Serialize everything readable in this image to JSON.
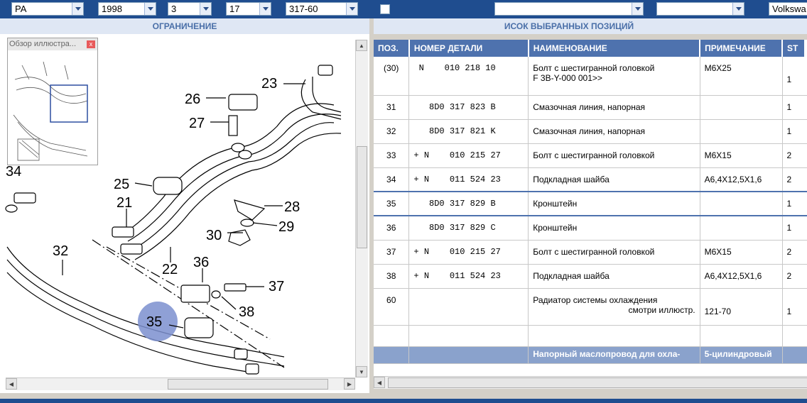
{
  "toolbar": {
    "combo1": "PA",
    "combo2": "1998",
    "combo3": "3",
    "combo4": "17",
    "combo5": "317-60",
    "combo6": "",
    "combo7": "",
    "combo8": "Volkswa"
  },
  "headers": {
    "left": "ОГРАНИЧЕНИЕ",
    "right": "ИСОК ВЫБРАННЫХ ПОЗИЦИЙ"
  },
  "overview": {
    "title": "Обзор иллюстра...",
    "close": "x"
  },
  "diagram": {
    "callouts": [
      "23",
      "26",
      "27",
      "25",
      "21",
      "28",
      "29",
      "30",
      "32",
      "22",
      "36",
      "37",
      "38",
      "35",
      "34"
    ],
    "highlighted": "35"
  },
  "table": {
    "columns": [
      "ПОЗ.",
      "НОМЕР ДЕТАЛИ",
      "НАИМЕНОВАНИЕ",
      "ПРИМЕЧАНИЕ",
      "ST"
    ],
    "rows": [
      {
        "pos": "(30)",
        "part": " N    010 218 10",
        "name": "Болт с шестигранной головкой",
        "name2": "F 3B-Y-000 001>>",
        "note": "M6X25",
        "st": "1"
      },
      {
        "pos": "31",
        "part": "   8D0 317 823 B",
        "name": "Смазочная линия, напорная",
        "name2": "",
        "note": "",
        "st": "1"
      },
      {
        "pos": "32",
        "part": "   8D0 317 821 K",
        "name": "Смазочная линия, напорная",
        "name2": "",
        "note": "",
        "st": "1"
      },
      {
        "pos": "33",
        "part": "+ N    010 215 27",
        "name": "Болт с шестигранной головкой",
        "name2": "",
        "note": "M6X15",
        "st": "2"
      },
      {
        "pos": "34",
        "part": "+ N    011 524 23",
        "name": "Подкладная шайба",
        "name2": "",
        "note": "A6,4X12,5X1,6",
        "st": "2"
      },
      {
        "pos": "35",
        "part": "   8D0 317 829 B",
        "name": "Кронштейн",
        "name2": "",
        "note": "",
        "st": "1"
      },
      {
        "pos": "36",
        "part": "   8D0 317 829 C",
        "name": "Кронштейн",
        "name2": "",
        "note": "",
        "st": "1"
      },
      {
        "pos": "37",
        "part": "+ N    010 215 27",
        "name": "Болт с шестигранной головкой",
        "name2": "",
        "note": "M6X15",
        "st": "2"
      },
      {
        "pos": "38",
        "part": "+ N    011 524 23",
        "name": "Подкладная шайба",
        "name2": "",
        "note": "A6,4X12,5X1,6",
        "st": "2"
      },
      {
        "pos": "60",
        "part": "",
        "name": "Радиатор системы охлаждения",
        "name2": "смотри иллюстр.",
        "note": "121-70",
        "st": "1"
      }
    ],
    "footer": {
      "name": "Напорный маслопровод для охла-",
      "note": "5-цилиндровый"
    }
  }
}
